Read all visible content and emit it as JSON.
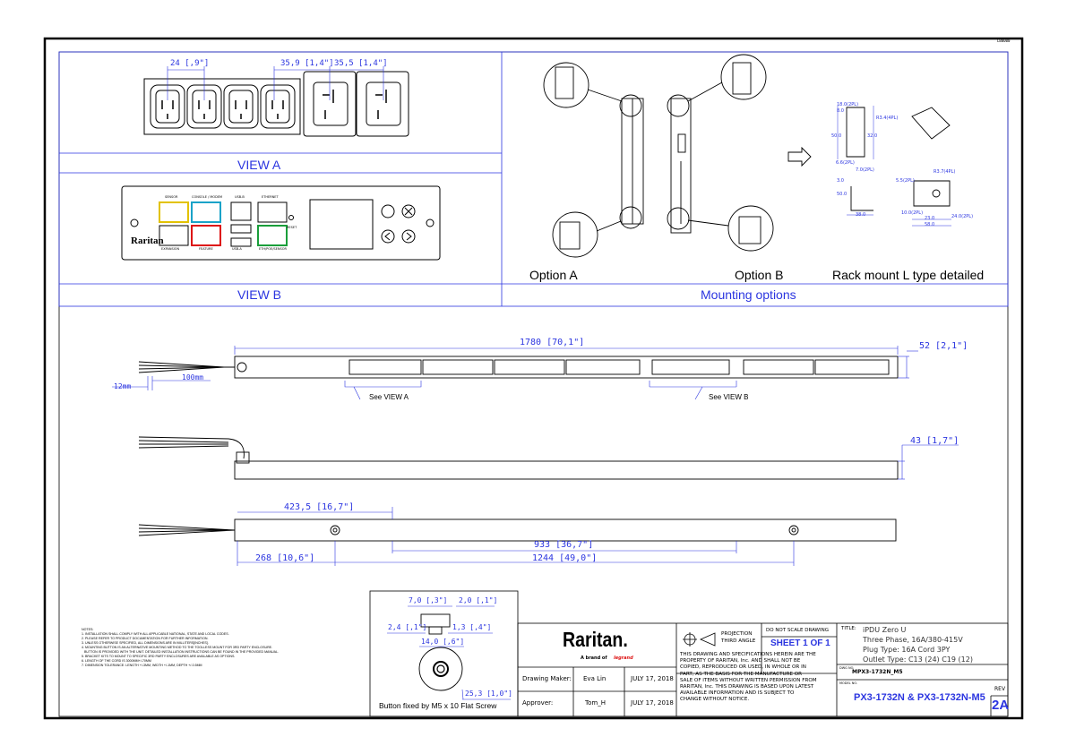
{
  "sheet_corner": "LB0000",
  "views": {
    "view_a": "VIEW A",
    "view_b": "VIEW B",
    "mounting_options": "Mounting options",
    "option_a": "Option A",
    "option_b": "Option B",
    "rack_mount": "Rack mount L type detailed"
  },
  "view_a_dims": {
    "pitch": "24 [,9\"]",
    "c19_a": "35,9 [1,4\"]",
    "c19_b": "35,5 [1,4\"]"
  },
  "controller": {
    "brand": "Raritan",
    "ports": [
      "SENSOR",
      "CONSOLE / MODEM",
      "USB-B",
      "ETHERNET",
      "EXPANSION",
      "FEATURE",
      "USB-A",
      "ETH/POE/SENSOR",
      "RESET"
    ]
  },
  "lmount_dims": [
    "18.0(2PL)",
    "8.0",
    "R3.4(4PL)",
    "50.0",
    "32.0",
    "6.6(2PL)",
    "7.0(2PL)",
    "3.0",
    "50.0",
    "38.0",
    "5.5(2PL)",
    "R3.7(4PL)",
    "10.0(2PL)",
    "23.0",
    "58.0",
    "24.0(2PL)"
  ],
  "side_dims": {
    "length": "1780 [70,1\"]",
    "width": "52 [2,1\"]",
    "depth": "43 [1,7\"]",
    "cord_strip": "12mm",
    "cord_len": "100mm",
    "see_a": "See VIEW A",
    "see_b": "See VIEW B"
  },
  "bottom_dims": {
    "d1": "423,5 [16,7\"]",
    "d2": "933 [36,7\"]",
    "d3": "268 [10,6\"]",
    "d4": "1244 [49,0\"]"
  },
  "button_detail": {
    "caption": "Button fixed by M5 x 10 Flat Screw",
    "d1": "7,0 [,3\"]",
    "d2": "2,0 [,1\"]",
    "d3": "2,4 [,1\"]",
    "d4": "1,3 [,4\"]",
    "d5": "14,0 [,6\"]",
    "d6": "25,3 [1,0\"]"
  },
  "notes": "NOTES:\n1. INSTALLATION SHALL COMPLY WITH ALL APPLICABLE NATIONAL, STATE AND LOCAL CODES.\n2. PLEASE REFER TO PRODUCT DOCUMENTATION FOR FURTHER INFORMATION.\n3. UNLESS OTHERWISE SPECIFIED, ALL DIMENSIONS ARE IN MILLITERS[INCHES].\n4. MOUNTING BUTTON IS AN ALTERNATIVE MOUNTING METHOD TO THE TOOLLESS MOUNT FOR 3RD PARTY ENCLOSURE.\n   BUTTON IS PROVIDED WITH THE UNIT. DETAILED INSTALLATION INSTRUCTIONS CAN BE FOUND IN THE PROVIDED MANUAL.\n5. BRACKET KITS TO MOUNT TO SPECIFIC 3RD PARTY ENCLOSURES ARE AVAILABLE AS OPTIONS.\n6. LENGTH OF THE CORD IS 3000MM+/-70MM\n7. DIMENSION TOLERANCE: LENGTH +/-3MM, WIDTH +/-1MM, DEPTH +/-0.5MM",
  "title_block": {
    "brand": "Raritan.",
    "brand_sub": "A brand of",
    "brand_sub2": "legrand",
    "maker_label": "Drawing Maker:",
    "maker": "Eva Lin",
    "maker_date": "JULY 17, 2018",
    "approver_label": "Approver:",
    "approver": "Tom_H",
    "approver_date": "JULY 17, 2018",
    "projection": "PROJECTION\nTHIRD ANGLE",
    "do_not_scale": "DO NOT SCALE DRAWING",
    "sheet": "SHEET 1 OF 1",
    "disclaimer": "THIS DRAWING AND SPECIFICATIONS HEREIN ARE THE\nPROPERTY OF RARITAN, Inc. AND SHALL NOT BE\nCOPIED, REPRODUCED OR USED, IN WHOLE OR IN\nPART, AS THE BASIS FOR THE MANUFACTURE OR\nSALE OF ITEMS WITHOUT WRITTEN PERMISSION FROM\nRARITAN, Inc. THIS DRAWING IS BASED UPON LATEST\nAVAILABLE INFORMATION AND IS SUBJECT TO\nCHANGE WITHOUT NOTICE.",
    "title_label": "TITLE:",
    "title_lines": [
      "iPDU Zero U",
      "Three Phase, 16A/380-415V",
      "Plug Type: 16A Cord 3PY",
      "Outlet Type: C13 (24) C19 (12)"
    ],
    "dwg_label": "DWG NO.",
    "dwg_no": "MPX3-1732N_M5",
    "model_label": "MODEL NO.",
    "model_no": "PX3-1732N & PX3-1732N-M5",
    "rev_label": "REV",
    "rev": "2A"
  }
}
